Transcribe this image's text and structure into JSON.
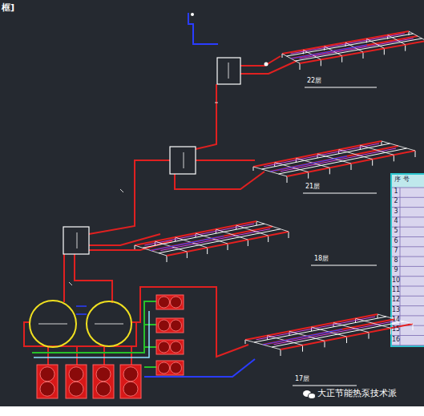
{
  "diagram": {
    "labels": [
      "框]",
      "22层",
      "21层",
      "18层",
      "17层",
      "序 号",
      "1",
      "2",
      "3",
      "4",
      "5",
      "6",
      "7",
      "8",
      "9",
      "10",
      "11",
      "12",
      "13",
      "14",
      "15",
      "16",
      "大正节能热泵技术派"
    ]
  }
}
